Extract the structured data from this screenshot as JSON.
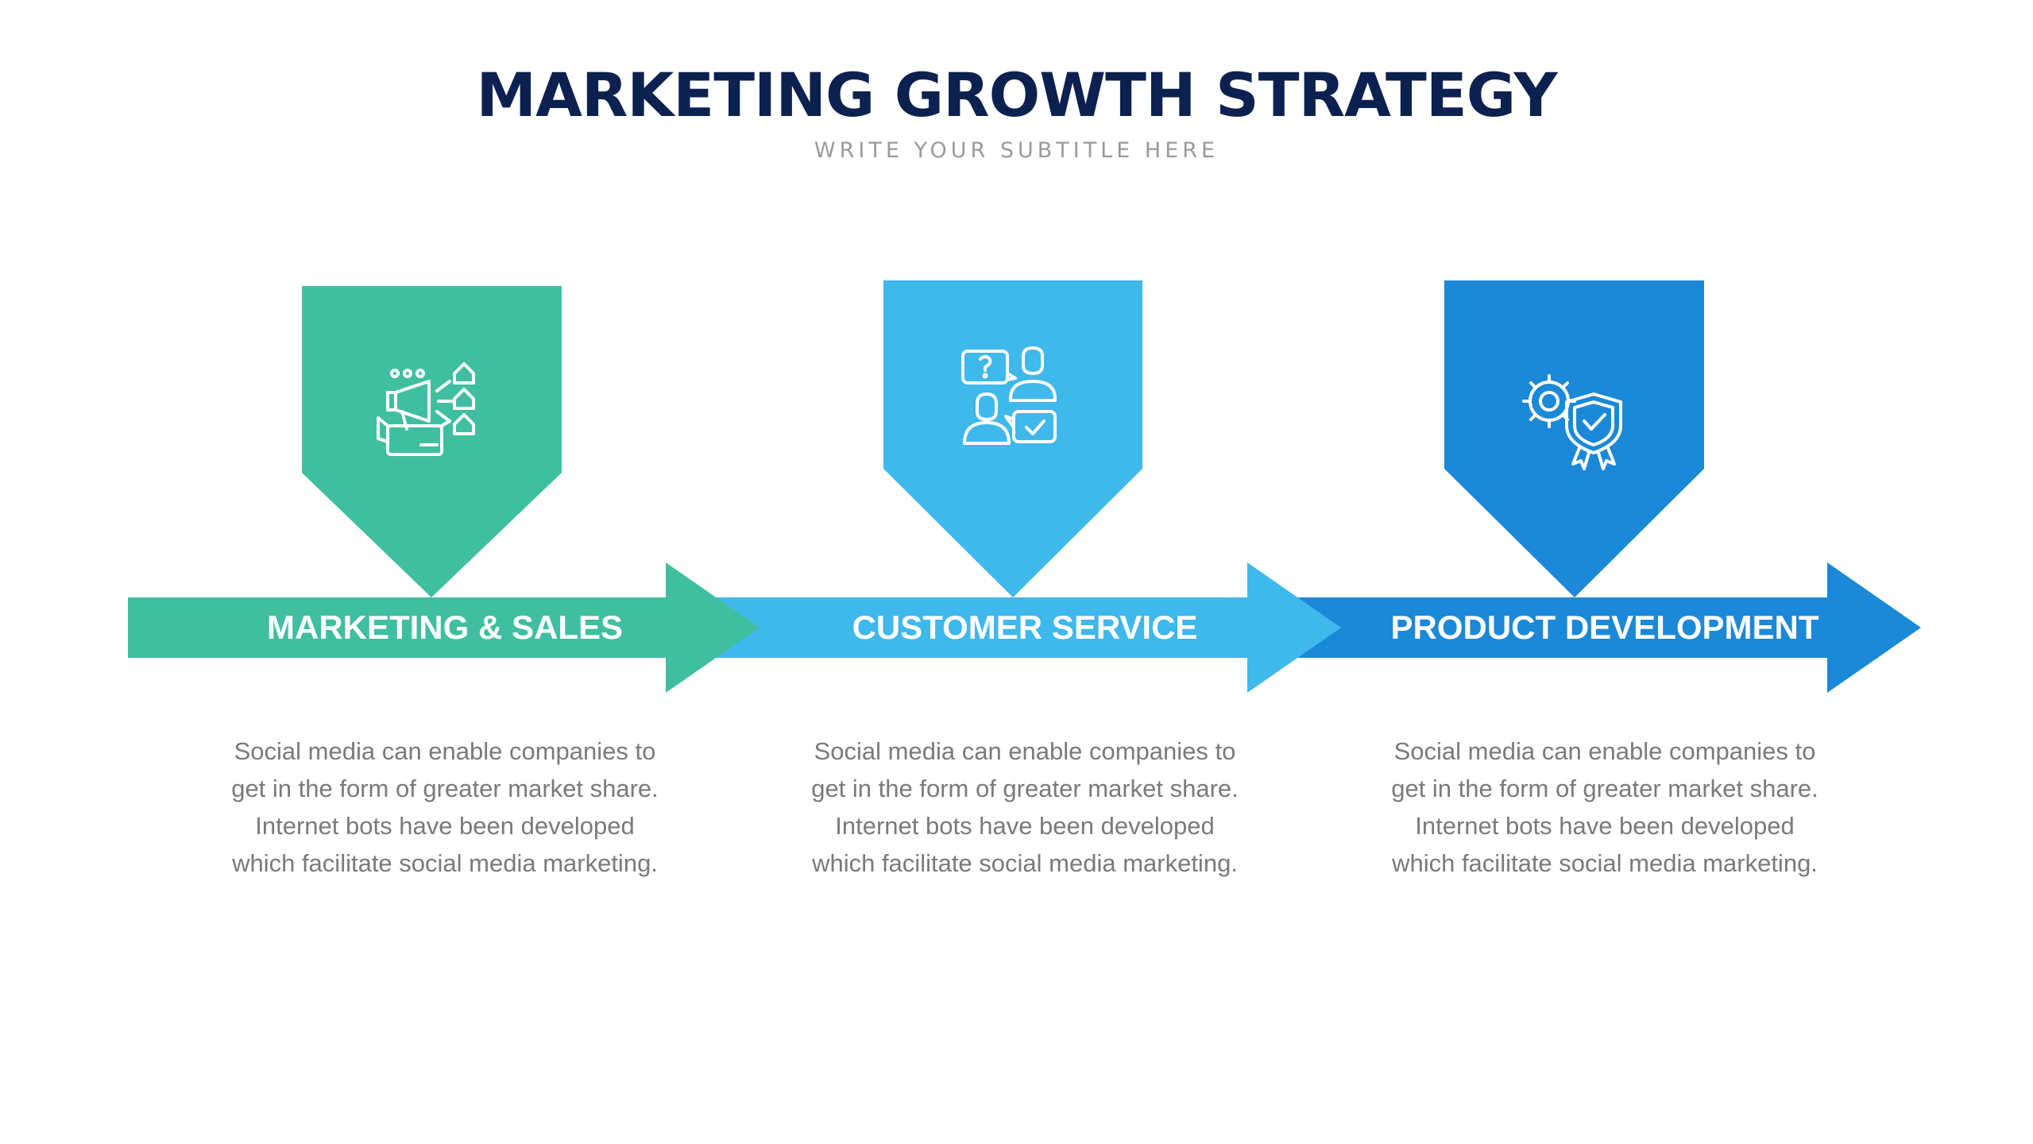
{
  "header": {
    "title": "MARKETING GROWTH STRATEGY",
    "subtitle": "WRITE YOUR SUBTITLE HERE"
  },
  "stages": [
    {
      "label": "MARKETING & SALES",
      "icon": "megaphone-houses-icon",
      "color": "#3fbfa0",
      "description": "Social media can enable companies to get in the form of greater market share. Internet bots have been developed which facilitate social media marketing."
    },
    {
      "label": "CUSTOMER SERVICE",
      "icon": "customer-support-chat-icon",
      "color": "#3fb8ec",
      "description": "Social media can enable companies to get in the form of greater market share. Internet bots have been developed which facilitate social media marketing."
    },
    {
      "label": "PRODUCT DEVELOPMENT",
      "icon": "gear-shield-badge-icon",
      "color": "#1b88d8",
      "description": "Social media can enable companies to get in the form of greater market share. Internet bots have been developed which facilitate social media marketing."
    }
  ],
  "colors": {
    "title": "#0d2150",
    "subtitle": "#9a9a9a",
    "body_text": "#7a7a7a"
  }
}
